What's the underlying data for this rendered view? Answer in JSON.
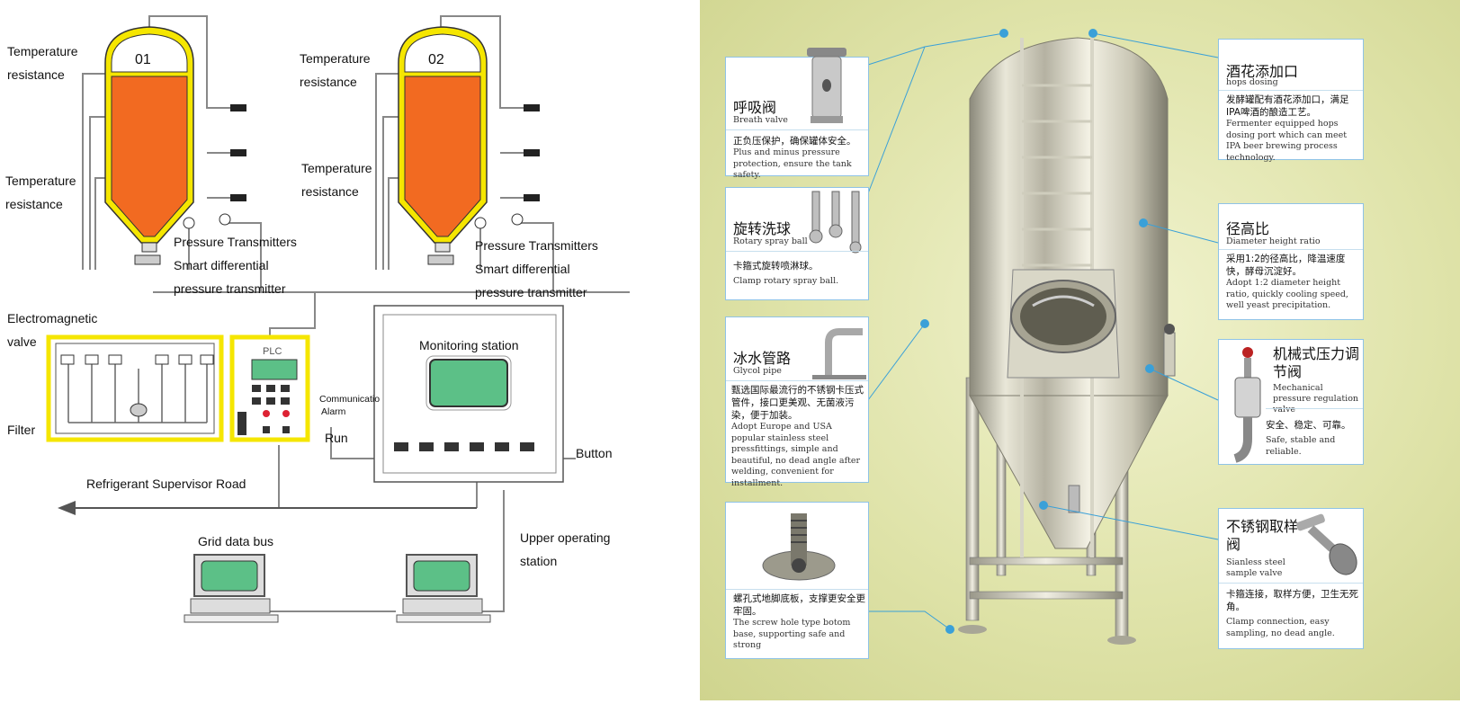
{
  "left_diagram": {
    "tank1_number": "01",
    "tank2_number": "02",
    "temp_res_1": "Temperature\nresistance",
    "temp_res_2": "Temperature\nresistance",
    "temp_res_3": "Temperature\nresistance",
    "temp_res_4": "Temperature\nresistance",
    "pressure_transmitters_1": "Pressure Transmitters",
    "smart_diff_1": "Smart differential\npressure transmitter",
    "pressure_transmitters_2": "Pressure Transmitters",
    "smart_diff_2": "Smart differential\npressure transmitter",
    "electromagnetic_valve": "Electromagnetic\nvalve",
    "filter": "Filter",
    "plc": "PLC",
    "communication": "Communicatio",
    "alarm": "Alarm",
    "run": "Run",
    "monitoring_station": "Monitoring station",
    "button": "Button",
    "refrigerant_road": "Refrigerant Supervisor Road",
    "grid_data_bus": "Grid data bus",
    "upper_operating_station": "Upper operating\nstation"
  },
  "right_panel": {
    "breath_valve": {
      "cn_title": "呼吸阀",
      "en_title": "Breath valve",
      "cn_desc": "正负压保护，确保罐体安全。",
      "en_desc": "Plus and minus pressure protection, ensure the tank safety."
    },
    "spray_ball": {
      "cn_title": "旋转洗球",
      "en_title": "Rotary spray ball",
      "cn_desc": "卡箍式旋转喷淋球。",
      "en_desc": "Clamp rotary spray ball."
    },
    "glycol_pipe": {
      "cn_title": "冰水管路",
      "en_title": "Glycol pipe",
      "cn_desc": "甄选国际最流行的不锈钢卡压式管件，接口更美观、无菌液污染，便于加装。",
      "en_desc": "Adopt Europe and USA popular stainless steel pressfittings, simple and beautiful, no dead angle after welding, convenient for installment."
    },
    "bottom_base": {
      "cn_desc": "螺孔式地脚底板，支撑更安全更牢固。",
      "en_desc": "The screw hole type botom base, supporting safe and strong"
    },
    "hops_dosing": {
      "cn_title": "酒花添加口",
      "en_title": "hops dosing",
      "cn_desc": "发酵罐配有酒花添加口，满足IPA啤酒的酿造工艺。",
      "en_desc": "Fermenter equipped hops dosing port which can meet IPA beer brewing process technology."
    },
    "diameter_ratio": {
      "cn_title": "径高比",
      "en_title": "Diameter height ratio",
      "cn_desc": "采用1:2的径高比，降温速度快，酵母沉淀好。",
      "en_desc": "Adopt 1:2 diameter height ratio, quickly cooling speed, well yeast precipitation."
    },
    "pressure_valve": {
      "cn_title": "机械式压力调节阀",
      "en_title": "Mechanical pressure regulation valve",
      "cn_desc": "安全、稳定、可靠。",
      "en_desc": "Safe, stable and reliable."
    },
    "sample_valve": {
      "cn_title": "不锈钢取样阀",
      "en_title": "Sianless steel sample valve",
      "cn_desc": "卡箍连接，取样方便，卫生无死角。",
      "en_desc": "Clamp connection, easy sampling, no dead angle."
    }
  },
  "colors": {
    "tank_fill": "#f26a21",
    "tank_frame": "#f5e600",
    "screen": "#5cc087",
    "line_blue": "#3aa0d8",
    "card_border": "#8fc3e6"
  }
}
